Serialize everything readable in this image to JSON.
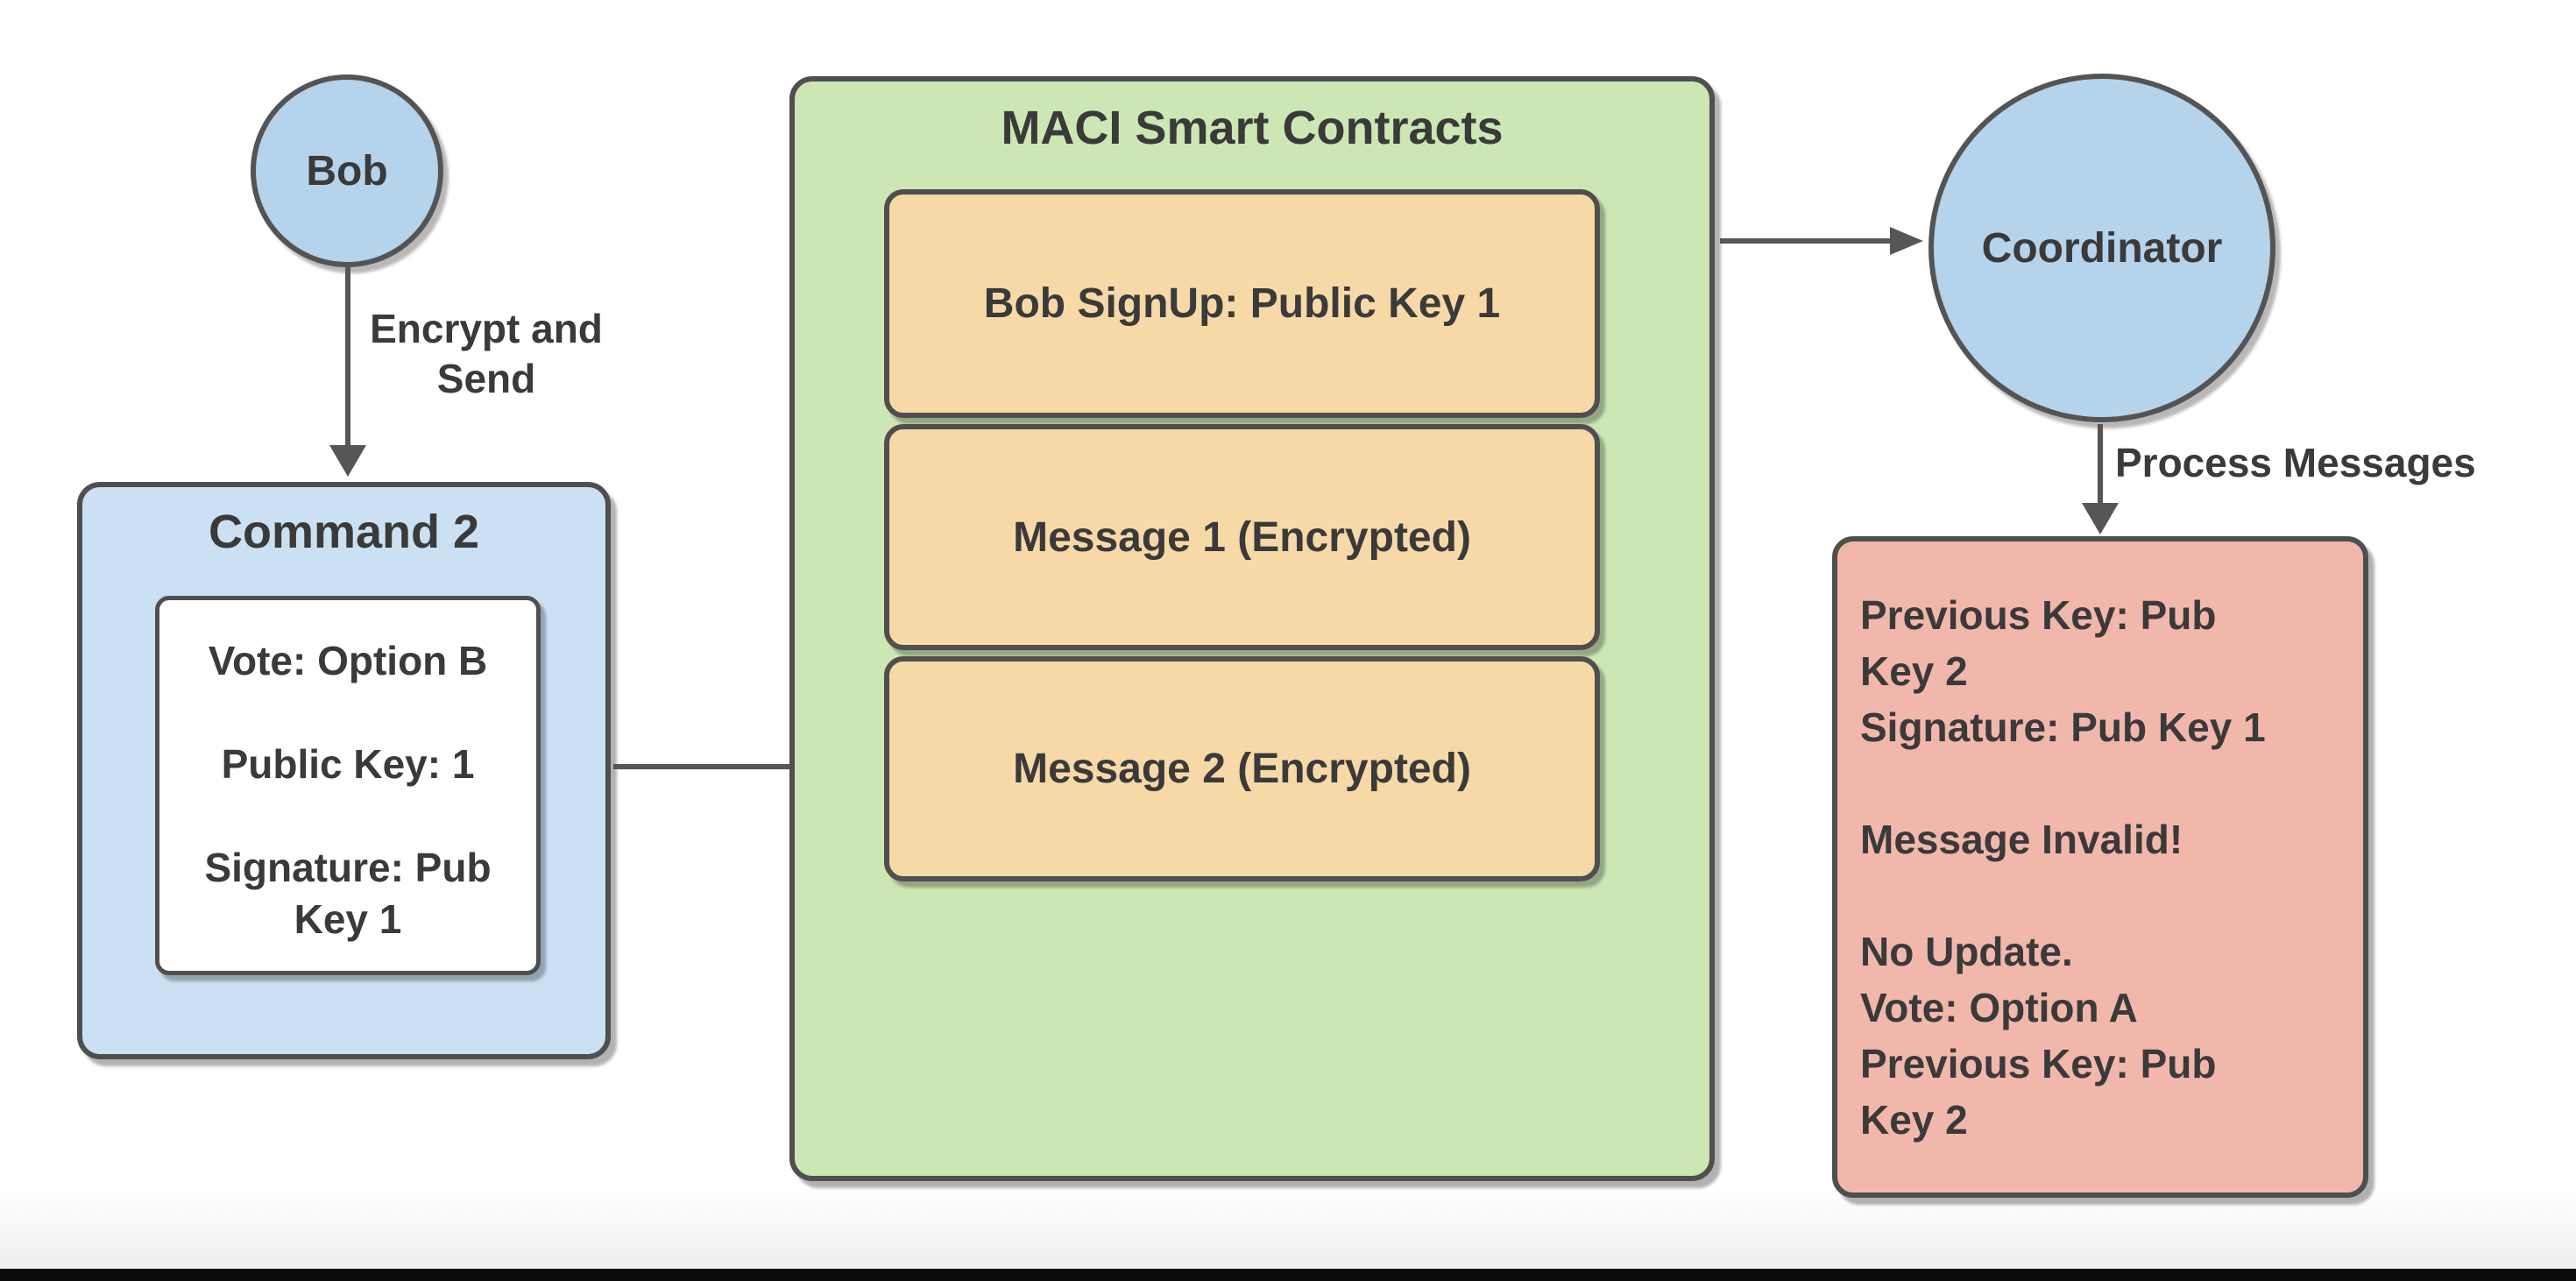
{
  "diagram": {
    "bob": {
      "label": "Bob"
    },
    "encrypt_arrow_label": {
      "line1": "Encrypt and",
      "line2": "Send"
    },
    "command2": {
      "title": "Command 2",
      "payload_lines": [
        "Vote: Option B",
        "",
        "Public Key: 1",
        "",
        "Signature: Pub",
        "Key 1"
      ]
    },
    "maci": {
      "title": "MACI Smart Contracts",
      "items": [
        "Bob SignUp: Public Key 1",
        "Message 1 (Encrypted)",
        "Message 2 (Encrypted)"
      ]
    },
    "coordinator": {
      "label": "Coordinator"
    },
    "process_arrow_label": "Process Messages",
    "result": {
      "lines": [
        "Previous Key: Pub",
        "Key 2",
        "Signature: Pub Key 1",
        "",
        "Message Invalid!",
        "",
        "No Update.",
        "Vote: Option A",
        "Previous Key: Pub",
        "Key 2"
      ]
    }
  },
  "colors": {
    "node_blue": "#b5d3ea",
    "command_blue": "#cbe1f3",
    "container_green": "#cde7b4",
    "item_orange": "#f7d9a8",
    "result_pink": "#f2b7ab",
    "inner_white": "#ffffff",
    "border_gray": "#4f4f4f",
    "arrow_gray": "#565656",
    "text_dark": "#3a3a3a",
    "bottom_bar_black": "#0b0b0b"
  }
}
